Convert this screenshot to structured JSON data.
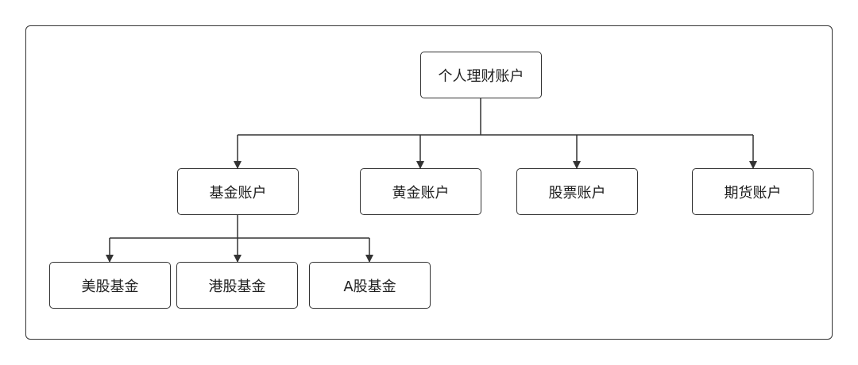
{
  "diagram": {
    "root": {
      "label": "个人理财账户"
    },
    "level1": [
      {
        "label": "基金账户"
      },
      {
        "label": "黄金账户"
      },
      {
        "label": "股票账户"
      },
      {
        "label": "期货账户"
      }
    ],
    "fund_children": [
      {
        "label": "美股基金"
      },
      {
        "label": "港股基金"
      },
      {
        "label": "A股基金"
      }
    ]
  },
  "colors": {
    "stroke": "#333333",
    "text": "#1f1f1f",
    "background": "#ffffff"
  }
}
